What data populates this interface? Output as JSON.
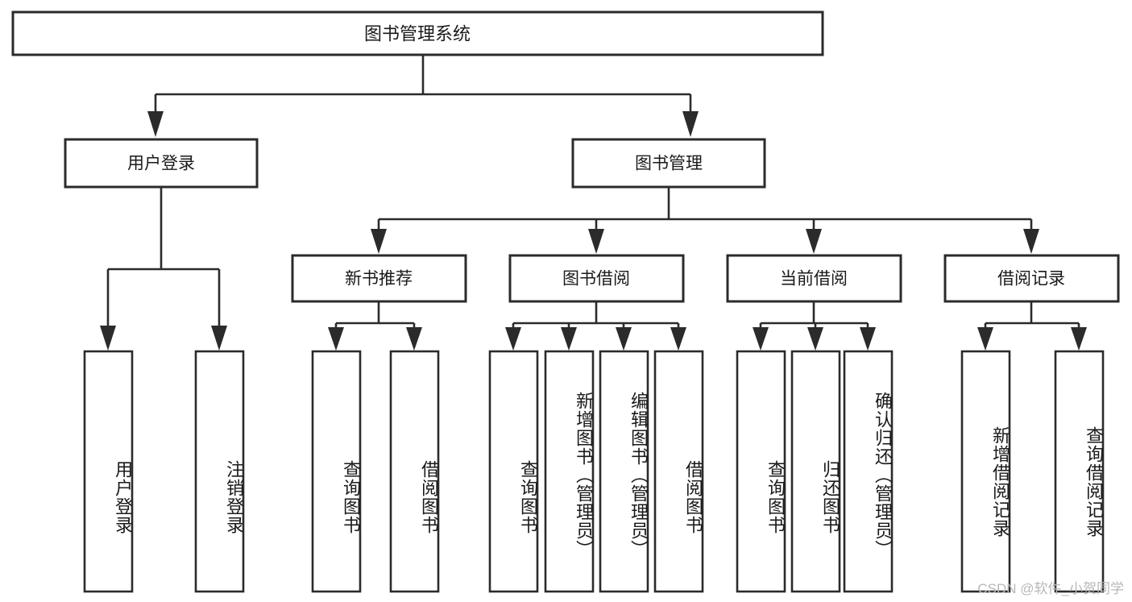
{
  "diagram": {
    "title_node": {
      "label": "图书管理系统"
    },
    "level1": [
      {
        "id": "user-login",
        "label": "用户登录"
      },
      {
        "id": "book-manage",
        "label": "图书管理"
      }
    ],
    "level2": [
      {
        "id": "new-book-recommend",
        "label": "新书推荐"
      },
      {
        "id": "book-borrow",
        "label": "图书借阅"
      },
      {
        "id": "current-borrow",
        "label": "当前借阅"
      },
      {
        "id": "borrow-record",
        "label": "借阅记录"
      }
    ],
    "leaves": [
      {
        "id": "leaf-user-login",
        "label": "用户登录",
        "parent": "user-login"
      },
      {
        "id": "leaf-logout-login",
        "label": "注销登录",
        "parent": "user-login"
      },
      {
        "id": "leaf-query-book-1",
        "label": "查询图书",
        "parent": "new-book-recommend"
      },
      {
        "id": "leaf-borrow-book-1",
        "label": "借阅图书",
        "parent": "new-book-recommend"
      },
      {
        "id": "leaf-query-book-2",
        "label": "查询图书",
        "parent": "book-borrow"
      },
      {
        "id": "leaf-add-book",
        "label": "新增图书（管理员）",
        "parent": "book-borrow"
      },
      {
        "id": "leaf-edit-book",
        "label": "编辑图书（管理员）",
        "parent": "book-borrow"
      },
      {
        "id": "leaf-borrow-book-2",
        "label": "借阅图书",
        "parent": "book-borrow"
      },
      {
        "id": "leaf-query-book-3",
        "label": "查询图书",
        "parent": "current-borrow"
      },
      {
        "id": "leaf-return-book",
        "label": "归还图书",
        "parent": "current-borrow"
      },
      {
        "id": "leaf-confirm-return",
        "label": "确认归还（管理员）",
        "parent": "current-borrow"
      },
      {
        "id": "leaf-add-record",
        "label": "新增借阅记录",
        "parent": "borrow-record"
      },
      {
        "id": "leaf-query-record",
        "label": "查询借阅记录",
        "parent": "borrow-record"
      }
    ],
    "colors": {
      "stroke": "#2b2b2b",
      "fill": "#ffffff",
      "text": "#1a1a1a",
      "watermark": "#b8b8b8"
    }
  },
  "watermark": {
    "text": "CSDN @软件_小贺同学"
  }
}
